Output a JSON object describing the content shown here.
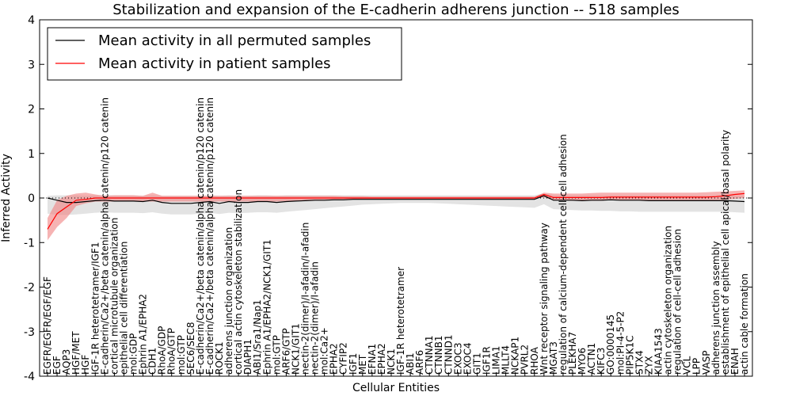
{
  "chart_data": {
    "type": "line",
    "title": "Stabilization and expansion of the E-cadherin adherens junction -- 518 samples",
    "xlabel": "Cellular Entities",
    "ylabel": "Inferred Activity",
    "ylim": [
      -4,
      4
    ],
    "yticks": [
      "-4",
      "-3",
      "-2",
      "-1",
      "0",
      "1",
      "2",
      "3",
      "4"
    ],
    "grid": false,
    "legend_position": "top-left",
    "categories": [
      "EGFR/EGFR/EGF/EGF",
      "EGF",
      "AQP3",
      "HGF/MET",
      "HGF",
      "IGF-1R heterotetramer/IGF1",
      "E-cadherin/Ca2+/beta catenin/alpha catenin/p120 catenin",
      "cortical microtubule organization",
      "epithelial cell differentiation",
      "mol:GDP",
      "Ephrin A1/EPHA2",
      "CDH1",
      "RhoA/GDP",
      "RhoA/GTP",
      "mol:GTP",
      "SEC6/SEC8",
      "E-cadherin/Ca2+/beta catenin/alpha catenin/p120 catenin",
      "E-cadherin/Ca2+/beta catenin/alpha catenin/p120 catenin",
      "ROCK1",
      "adherens junction organization",
      "cortical actin cytoskeleton stabilization",
      "DIAPH1",
      "ABI1/Sra1/Nap1",
      "Ephrin A1/EPHA2/NCK1/GIT1",
      "mol:GTP",
      "ARF6/GTP",
      "NCK1/GIT1",
      "nectin-2(dimer)/I-afadin/I-afadin",
      "nectin-2(dimer)/I-afadin",
      "mol:Ca2+",
      "EPHA2",
      "CYFIP2",
      "IGF1",
      "MET",
      "EFNA1",
      "EPHA2",
      "NCK1",
      "IGF-1R heterotetramer",
      "ABI1",
      "ARF6",
      "CTNNA1",
      "CTNNB1",
      "CTNND1",
      "EXOC3",
      "EXOC4",
      "GIT1",
      "IGF1R",
      "LIMA1",
      "MLLT4",
      "NCKAP1",
      "PVRL2",
      "RHOA",
      "Wnt receptor signaling pathway",
      "MGAT3",
      "regulation of calcium-dependent cell-cell adhesion",
      "PLEKHA7",
      "MYO6",
      "ACTN1",
      "KIFC3",
      "GO:0000145",
      "mol:PI-4-5-P2",
      "PIP5K1C",
      "STX4",
      "ZYX",
      "KIAA1543",
      "actin cytoskeleton organization",
      "regulation of cell-cell adhesion",
      "VCL",
      "LPP",
      "VASP",
      "adherens junction assembly",
      "establishment of epithelial cell apical/basal polarity",
      "ENAH",
      "actin cable formation"
    ],
    "series": [
      {
        "name": "Mean activity in all permuted samples",
        "color": "#000000",
        "band_color": "#cccccc",
        "values": [
          0.0,
          -0.05,
          -0.1,
          -0.1,
          -0.08,
          -0.06,
          -0.05,
          -0.07,
          -0.07,
          -0.07,
          -0.08,
          -0.05,
          -0.1,
          -0.12,
          -0.12,
          -0.12,
          -0.1,
          -0.08,
          -0.12,
          -0.08,
          -0.1,
          -0.1,
          -0.08,
          -0.08,
          -0.1,
          -0.08,
          -0.07,
          -0.06,
          -0.05,
          -0.05,
          -0.04,
          -0.04,
          -0.03,
          -0.03,
          -0.03,
          -0.03,
          -0.03,
          -0.03,
          -0.03,
          -0.03,
          -0.03,
          -0.03,
          -0.03,
          -0.03,
          -0.03,
          -0.03,
          -0.03,
          -0.03,
          -0.03,
          -0.03,
          -0.03,
          -0.03,
          0.05,
          -0.05,
          -0.05,
          -0.05,
          -0.06,
          -0.05,
          -0.05,
          -0.04,
          -0.05,
          -0.05,
          -0.05,
          -0.06,
          -0.06,
          -0.06,
          -0.06,
          -0.06,
          -0.06,
          -0.06,
          -0.06,
          -0.06,
          -0.07,
          -0.08
        ],
        "band_lower": [
          -0.35,
          -0.38,
          -0.38,
          -0.37,
          -0.35,
          -0.33,
          -0.32,
          -0.33,
          -0.33,
          -0.33,
          -0.34,
          -0.32,
          -0.35,
          -0.37,
          -0.37,
          -0.37,
          -0.35,
          -0.33,
          -0.36,
          -0.33,
          -0.34,
          -0.33,
          -0.32,
          -0.32,
          -0.33,
          -0.31,
          -0.29,
          -0.27,
          -0.25,
          -0.23,
          -0.21,
          -0.19,
          -0.17,
          -0.15,
          -0.14,
          -0.13,
          -0.12,
          -0.11,
          -0.11,
          -0.11,
          -0.11,
          -0.12,
          -0.13,
          -0.14,
          -0.15,
          -0.16,
          -0.17,
          -0.18,
          -0.19,
          -0.2,
          -0.21,
          -0.22,
          -0.14,
          -0.25,
          -0.26,
          -0.27,
          -0.28,
          -0.28,
          -0.29,
          -0.29,
          -0.3,
          -0.3,
          -0.31,
          -0.31,
          -0.31,
          -0.31,
          -0.31,
          -0.31,
          -0.31,
          -0.31,
          -0.31,
          -0.31,
          -0.32,
          -0.33
        ],
        "band_upper": [
          0.05,
          0.06,
          0.06,
          0.06,
          0.05,
          0.06,
          0.06,
          0.06,
          0.06,
          0.06,
          0.05,
          0.06,
          0.05,
          0.05,
          0.05,
          0.05,
          0.05,
          0.06,
          0.05,
          0.06,
          0.05,
          0.05,
          0.06,
          0.06,
          0.05,
          0.06,
          0.06,
          0.06,
          0.06,
          0.06,
          0.06,
          0.06,
          0.06,
          0.06,
          0.06,
          0.06,
          0.06,
          0.06,
          0.06,
          0.06,
          0.06,
          0.06,
          0.06,
          0.06,
          0.06,
          0.06,
          0.06,
          0.06,
          0.06,
          0.06,
          0.06,
          0.06,
          0.1,
          0.06,
          0.06,
          0.06,
          0.06,
          0.06,
          0.06,
          0.06,
          0.06,
          0.06,
          0.06,
          0.06,
          0.06,
          0.06,
          0.06,
          0.06,
          0.06,
          0.06,
          0.06,
          0.06,
          0.05,
          0.05
        ]
      },
      {
        "name": "Mean activity in patient samples",
        "color": "#ff0000",
        "band_color": "#f08080",
        "values": [
          -0.7,
          -0.35,
          -0.2,
          -0.05,
          -0.03,
          0.0,
          0.0,
          0.0,
          0.0,
          0.0,
          0.0,
          0.0,
          0.0,
          0.0,
          0.0,
          0.0,
          0.0,
          0.0,
          0.0,
          0.0,
          0.0,
          0.0,
          0.0,
          0.0,
          0.0,
          0.0,
          0.0,
          0.0,
          0.0,
          0.0,
          0.0,
          0.0,
          0.0,
          0.0,
          0.0,
          0.0,
          0.0,
          0.0,
          0.0,
          0.0,
          0.0,
          0.0,
          0.0,
          0.0,
          0.0,
          0.0,
          0.0,
          0.0,
          0.0,
          0.0,
          0.0,
          0.0,
          0.08,
          0.01,
          0.01,
          0.01,
          0.01,
          0.01,
          0.01,
          0.02,
          0.02,
          0.02,
          0.02,
          0.02,
          0.02,
          0.02,
          0.02,
          0.02,
          0.02,
          0.02,
          0.03,
          0.05,
          0.08,
          0.1
        ],
        "band_lower": [
          -0.95,
          -0.65,
          -0.45,
          -0.18,
          -0.12,
          -0.08,
          -0.08,
          -0.08,
          -0.08,
          -0.08,
          -0.08,
          -0.08,
          -0.08,
          -0.08,
          -0.08,
          -0.08,
          -0.08,
          -0.08,
          -0.08,
          -0.08,
          -0.08,
          -0.08,
          -0.08,
          -0.08,
          -0.08,
          -0.07,
          -0.06,
          -0.05,
          -0.05,
          -0.04,
          -0.04,
          -0.03,
          -0.03,
          -0.02,
          -0.02,
          -0.02,
          -0.02,
          -0.02,
          -0.02,
          -0.02,
          -0.02,
          -0.02,
          -0.02,
          -0.02,
          -0.02,
          -0.02,
          -0.02,
          -0.02,
          -0.02,
          -0.02,
          -0.02,
          -0.02,
          0.02,
          -0.05,
          -0.05,
          -0.06,
          -0.06,
          -0.06,
          -0.06,
          -0.05,
          -0.05,
          -0.05,
          -0.05,
          -0.05,
          -0.05,
          -0.05,
          -0.05,
          -0.05,
          -0.05,
          -0.05,
          -0.05,
          -0.04,
          -0.02,
          0.0
        ],
        "band_upper": [
          -0.45,
          -0.05,
          0.05,
          0.1,
          0.12,
          0.08,
          0.05,
          0.06,
          0.06,
          0.06,
          0.05,
          0.12,
          0.05,
          0.05,
          0.05,
          0.05,
          0.05,
          0.05,
          0.05,
          0.05,
          0.05,
          0.05,
          0.05,
          0.05,
          0.05,
          0.05,
          0.05,
          0.05,
          0.05,
          0.05,
          0.05,
          0.04,
          0.04,
          0.04,
          0.03,
          0.03,
          0.03,
          0.03,
          0.03,
          0.03,
          0.03,
          0.03,
          0.03,
          0.03,
          0.03,
          0.03,
          0.03,
          0.03,
          0.03,
          0.03,
          0.03,
          0.03,
          0.12,
          0.1,
          0.1,
          0.1,
          0.1,
          0.11,
          0.12,
          0.12,
          0.12,
          0.12,
          0.12,
          0.12,
          0.12,
          0.12,
          0.12,
          0.12,
          0.12,
          0.13,
          0.14,
          0.15,
          0.16,
          0.17
        ]
      }
    ]
  }
}
